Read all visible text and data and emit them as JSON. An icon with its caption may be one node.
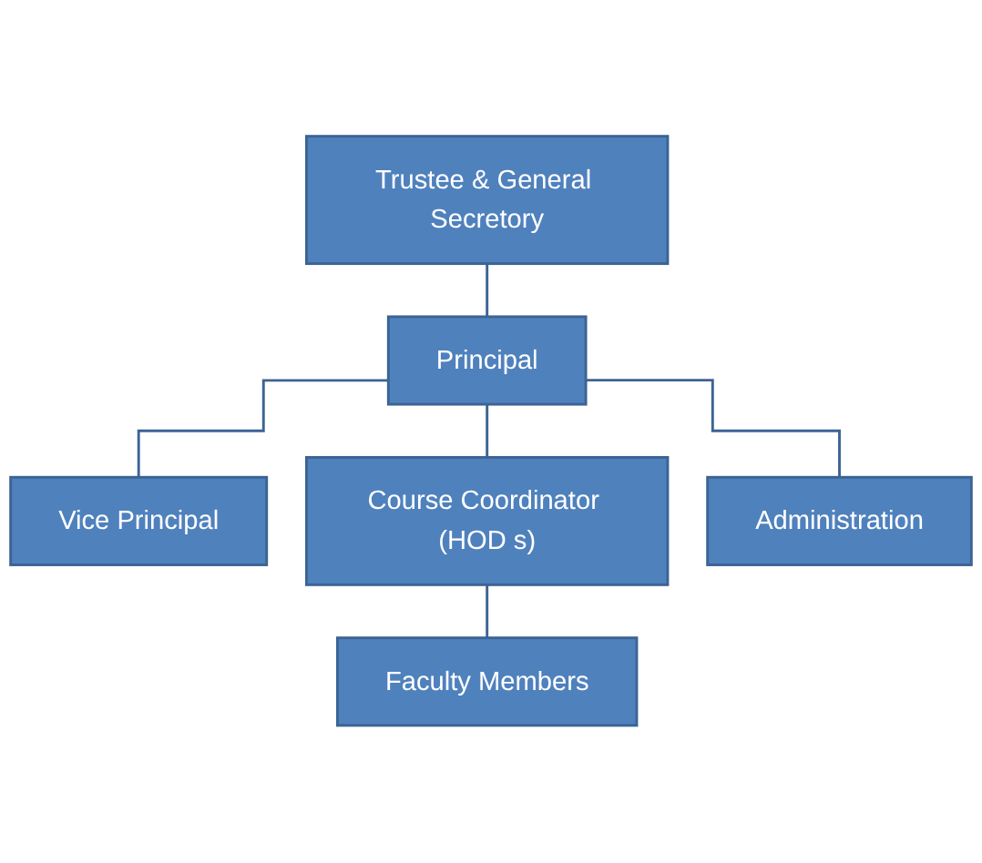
{
  "diagram": {
    "nodes": [
      {
        "text": [
          "Trustee & General Secretory"
        ]
      },
      {
        "text": [
          "Principal"
        ]
      },
      {
        "text": [
          "Vice Principal"
        ]
      },
      {
        "text": [
          "Course Coordinator (HOD s)"
        ]
      },
      {
        "text": [
          "Administration"
        ]
      },
      {
        "text": [
          "Faculty Members"
        ]
      }
    ],
    "edges": [
      {
        "from": 0,
        "to": 1,
        "arrow": "none"
      },
      {
        "from": 1,
        "to": 2,
        "arrow": "none"
      },
      {
        "from": 1,
        "to": 3,
        "arrow": "none"
      },
      {
        "from": 1,
        "to": 4,
        "arrow": "none"
      },
      {
        "from": 3,
        "to": 5,
        "arrow": "none"
      }
    ]
  }
}
